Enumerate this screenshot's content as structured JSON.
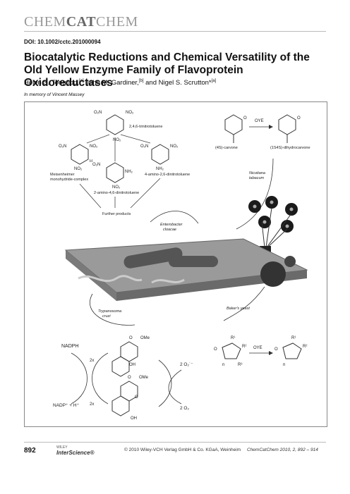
{
  "header": {
    "journal_light": "CHEM",
    "journal_bold": "CAT",
    "journal_light2": "CHEM",
    "doi": "DOI: 10.1002/cctc.201000094"
  },
  "article": {
    "title": "Biocatalytic Reductions and Chemical Versatility of the Old Yellow Enzyme Family of Flavoprotein Oxidoreductases",
    "author1": "Helen S. Toogood,",
    "aff1": "[a]",
    "author2": " John M. Gardiner,",
    "aff2": "[b]",
    "author3": " and Nigel S. Scrutton*",
    "aff3": "[a]",
    "memory": "In memory of Vincent Massey"
  },
  "figure": {
    "tnt": "2,4,6-trinitrotoluene",
    "meisenheimer1": "Meisenheimer",
    "meisenheimer2": "monohydride-complex",
    "adnt4": "4-amino-2,6-dinitrotoluene",
    "adnt2": "2-amino-4,6-dinitrotoluene",
    "further": "Further products",
    "enterobacter1": "Enterobacter",
    "enterobacter2": "cloacae",
    "oye1": "OYE",
    "carvone": "(4S)-carvone",
    "dihydrocarvone": "(1S4S)-dihydrocarvone",
    "nicotiana1": "Nicotiana",
    "nicotiana2": "tabacum",
    "trypanosoma1": "Trypanosoma",
    "trypanosoma2": "cruzi",
    "bakers": "Baker's yeast",
    "ome1": "OMe",
    "ome2": "OMe",
    "oh1": "OH",
    "oh2": "OH",
    "nadph": "NADPH",
    "nadp": "NADP⁺ + H⁺",
    "twox1": "2x",
    "twox2": "2x",
    "o2rad": "2 O₂˙⁻",
    "o2": "2 O₂",
    "oye2": "OYE",
    "r1a": "R¹",
    "r2a": "R²",
    "r3": "R³",
    "na": "n",
    "r1b": "R¹",
    "r2b": "R²",
    "nb": "n",
    "o_a": "O",
    "o_b": "O",
    "o_c": "O",
    "o_d": "O",
    "o_e": "O",
    "o_f": "O",
    "o_g": "O"
  },
  "footer": {
    "page": "892",
    "pub_small": "WILEY",
    "pub_brand": "InterScience®",
    "copyright": "© 2010 Wiley-VCH Verlag GmbH & Co. KGaA, Weinheim",
    "citation": "ChemCatChem 2010, 2, 892 – 914"
  }
}
